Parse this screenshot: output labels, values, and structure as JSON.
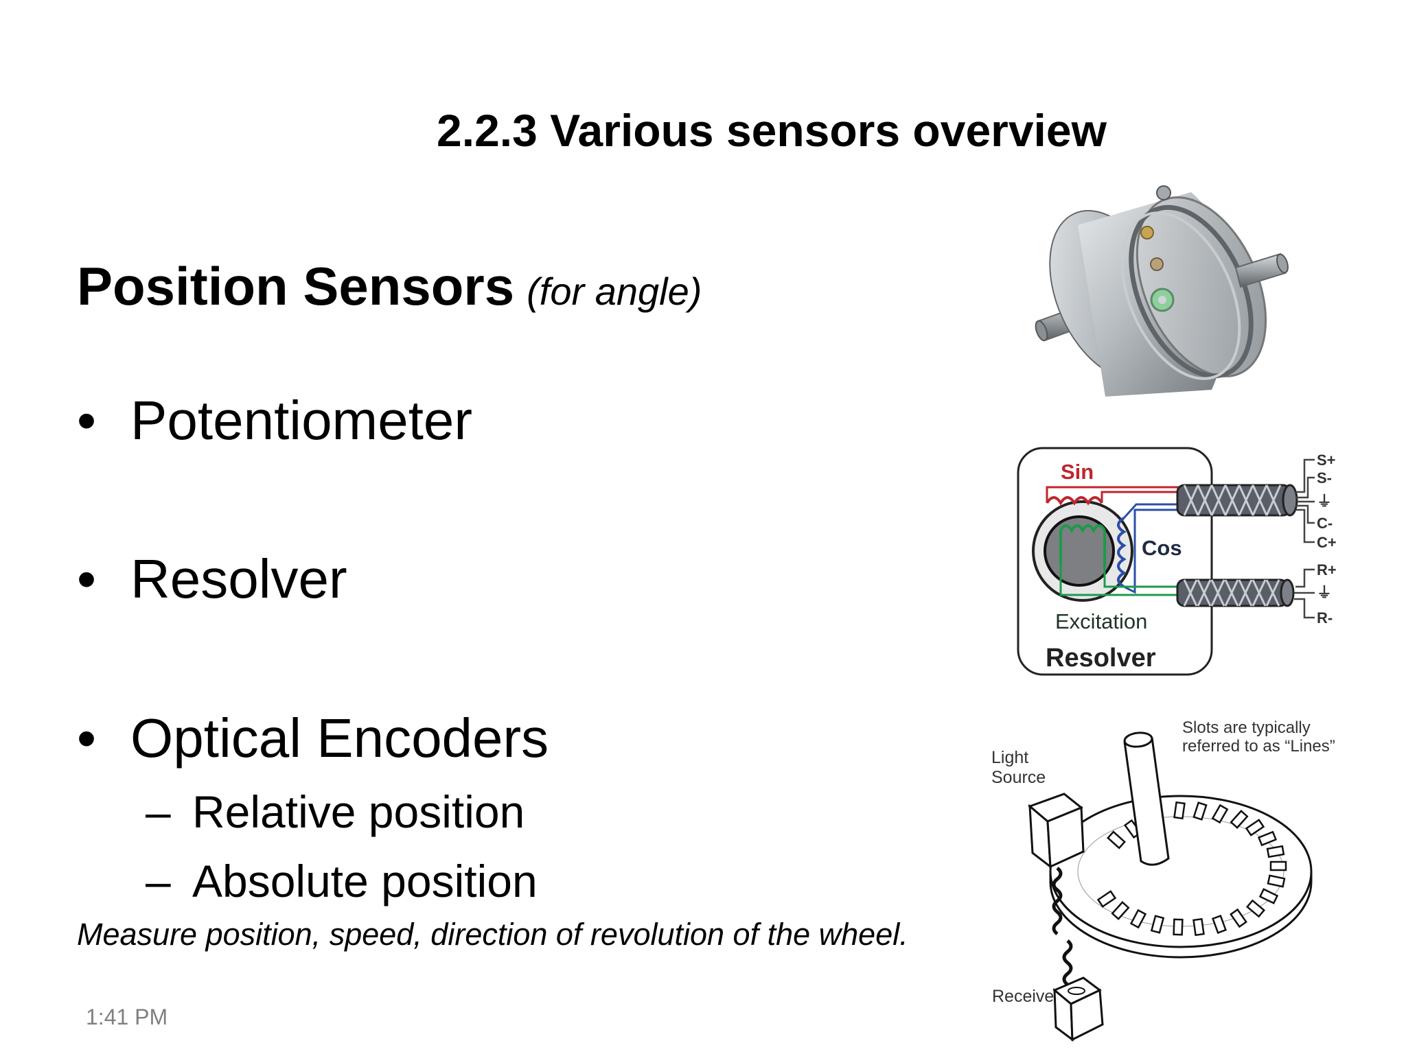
{
  "slide": {
    "title": "2.2.3 Various sensors overview",
    "heading": "Position Sensors",
    "heading_sub": "(for angle)",
    "bullets": [
      {
        "symbol": "•",
        "label": "Potentiometer"
      },
      {
        "symbol": "•",
        "label": "Resolver"
      },
      {
        "symbol": "•",
        "label": "Optical Encoders"
      }
    ],
    "sub_bullets": [
      {
        "symbol": "–",
        "label": "Relative position"
      },
      {
        "symbol": "–",
        "label": "Absolute position"
      }
    ],
    "note": "Measure position, speed, direction of revolution of the wheel.",
    "footer_time": "1:41 PM"
  },
  "resolver_diagram": {
    "sin": "Sin",
    "cos": "Cos",
    "excitation": "Excitation",
    "title": "Resolver",
    "pins_top": [
      "S+",
      "S-",
      "⏚",
      "C-",
      "C+"
    ],
    "pins_bottom": [
      "R+",
      "⏚",
      "R-"
    ]
  },
  "encoder_diagram": {
    "light_source_1": "Light",
    "light_source_2": "Source",
    "slots_note_1": "Slots are typically",
    "slots_note_2": "referred to as “Lines”",
    "receiver": "Receiver"
  }
}
